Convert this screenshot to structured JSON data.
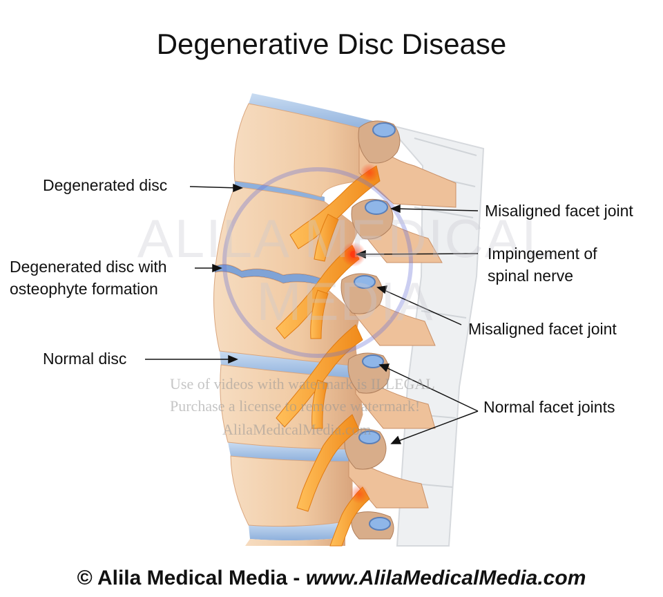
{
  "title": "Degenerative Disc Disease",
  "labels": {
    "degenerated_disc": "Degenerated disc",
    "degenerated_disc_osteophyte_line1": "Degenerated disc with",
    "degenerated_disc_osteophyte_line2": "osteophyte formation",
    "normal_disc": "Normal disc",
    "misaligned_facet_joint_upper": "Misaligned facet joint",
    "impingement_line1": "Impingement of",
    "impingement_line2": "spinal nerve",
    "misaligned_facet_joint_lower": "Misaligned facet joint",
    "normal_facet_joints": "Normal facet joints"
  },
  "watermark": {
    "brand": "ALILA MEDICAL MEDIA",
    "line1": "Use of videos with watermark is ILLEGAL",
    "line2": "Purchase a license to remove watermark!",
    "line3": "AlilaMedicalMedia.com"
  },
  "footer": {
    "copyright": "© Alila Medical Media - ",
    "url": "www.AlilaMedicalMedia.com"
  },
  "colors": {
    "bone": "#f3cfa9",
    "bone_shadow": "#d9a57d",
    "disc": "#a9c4e6",
    "nerve": "#f7a235",
    "nerve_hot": "#ff5a1a",
    "cord": "#e9ecef"
  }
}
